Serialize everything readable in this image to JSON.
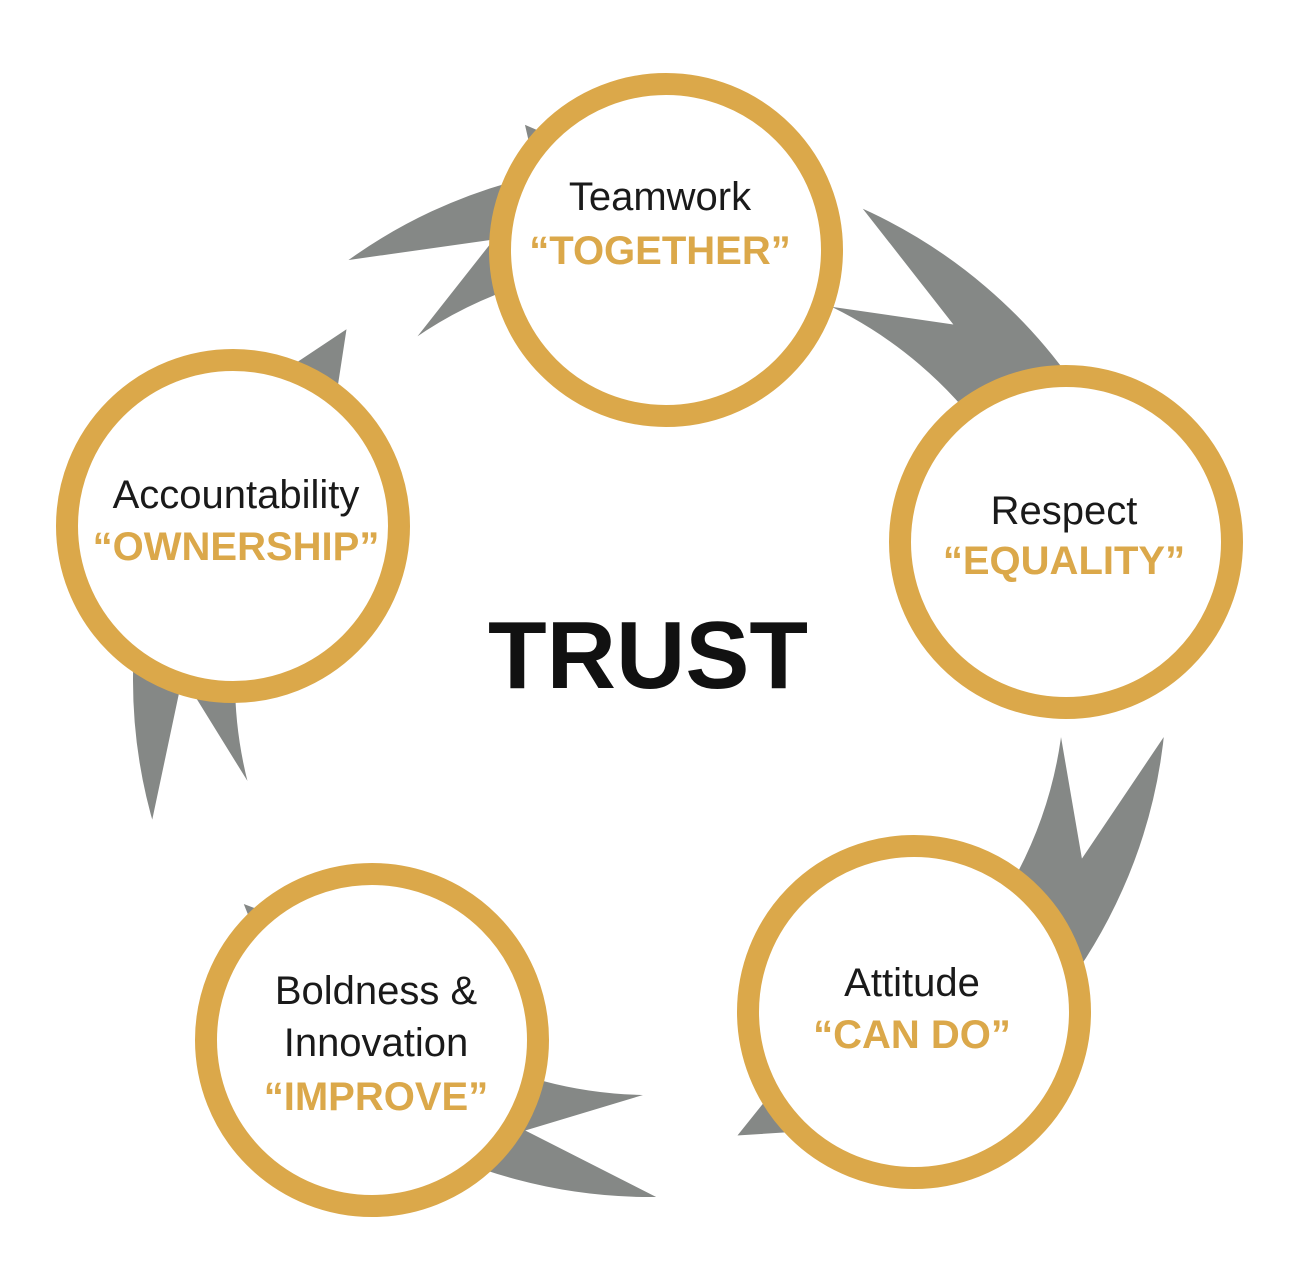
{
  "colors": {
    "ring": "#DBA84A",
    "arrow": "#858886",
    "motto": "#DBA84A",
    "title": "#1a1a1a",
    "fill": "#ffffff"
  },
  "center": {
    "title": "TRUST"
  },
  "nodes": [
    {
      "title_lines": [
        "Teamwork"
      ],
      "motto": "“TOGETHER”"
    },
    {
      "title_lines": [
        "Respect"
      ],
      "motto": "“EQUALITY”"
    },
    {
      "title_lines": [
        "Attitude"
      ],
      "motto": "“CAN DO”"
    },
    {
      "title_lines": [
        "Boldness &",
        "Innovation"
      ],
      "motto": "“IMPROVE”"
    },
    {
      "title_lines": [
        "Accountability"
      ],
      "motto": "“OWNERSHIP”"
    }
  ]
}
